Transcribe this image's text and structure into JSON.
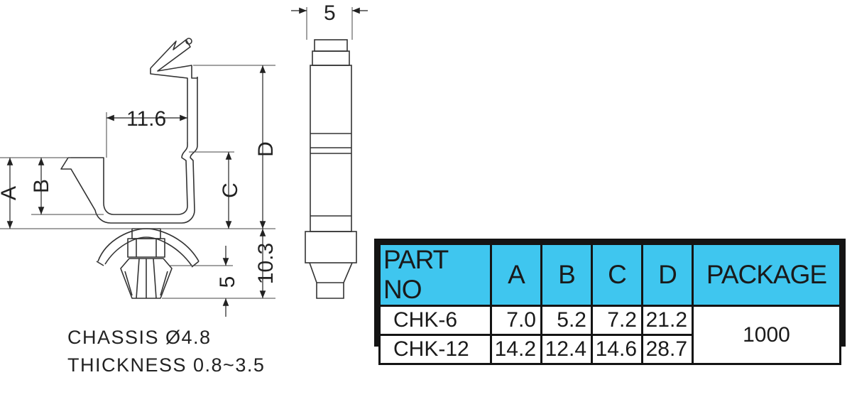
{
  "dimensions": {
    "top_width": "5",
    "width": "11.6",
    "a": "A",
    "b": "B",
    "c": "C",
    "d": "D",
    "height": "10.3",
    "tip": "5"
  },
  "notes": {
    "chassis": "CHASSIS Ø4.8",
    "thickness": "THICKNESS 0.8~3.5"
  },
  "spec_table": {
    "headers": [
      "PART NO",
      "A",
      "B",
      "C",
      "D",
      "PACKAGE"
    ],
    "rows": [
      [
        "CHK-6",
        "7.0",
        "5.2",
        "7.2",
        "21.2"
      ],
      [
        "CHK-12",
        "14.2",
        "12.4",
        "14.6",
        "28.7"
      ]
    ],
    "package": "1000",
    "colors": {
      "header_bg": "#3fc6ef",
      "border": "#141414"
    }
  }
}
